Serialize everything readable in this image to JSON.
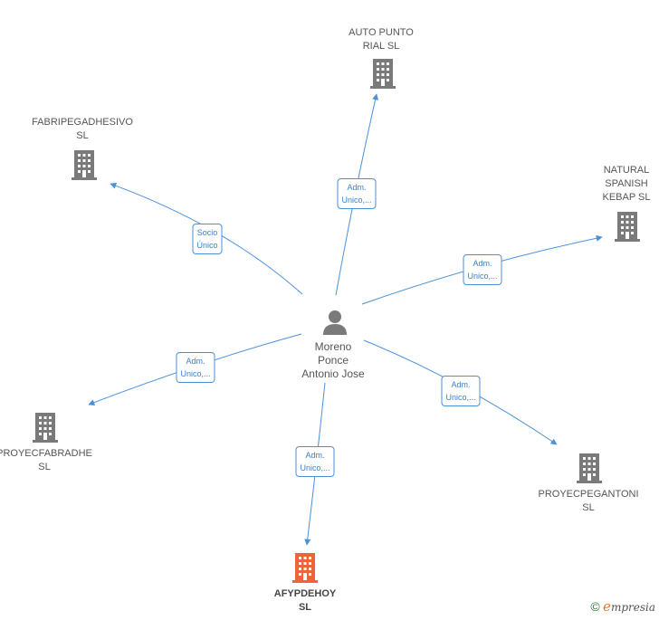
{
  "colors": {
    "edge": "#4a90d9",
    "building": "#7a7a7a",
    "building_highlight": "#f0643a",
    "person": "#7a7a7a"
  },
  "center": {
    "icon": "person-icon",
    "line1": "Moreno",
    "line2": "Ponce",
    "line3": "Antonio Jose"
  },
  "companies": [
    {
      "id": "auto-punto-rial",
      "line1": "AUTO PUNTO",
      "line2": "RIAL  SL",
      "line3": "",
      "highlight": false,
      "icon": "building-icon"
    },
    {
      "id": "fabripegadhesivo",
      "line1": "FABRIPEGADHESIVO",
      "line2": "SL",
      "line3": "",
      "highlight": false,
      "icon": "building-icon"
    },
    {
      "id": "natural-spanish-kebap",
      "line1": "NATURAL",
      "line2": "SPANISH",
      "line3": "KEBAP  SL",
      "highlight": false,
      "icon": "building-icon"
    },
    {
      "id": "proyecfabradhe",
      "line1": "PROYECFABRADHE",
      "line2": "SL",
      "line3": "",
      "highlight": false,
      "icon": "building-icon"
    },
    {
      "id": "proyecpegantoni",
      "line1": "PROYECPEGANTONI",
      "line2": "SL",
      "line3": "",
      "highlight": false,
      "icon": "building-icon"
    },
    {
      "id": "afypdehoy",
      "line1": "AFYPDEHOY",
      "line2": "SL",
      "line3": "",
      "highlight": true,
      "icon": "building-icon"
    }
  ],
  "edges": [
    {
      "to": "auto-punto-rial",
      "line1": "Adm.",
      "line2": "Unico,..."
    },
    {
      "to": "fabripegadhesivo",
      "line1": "Socio",
      "line2": "Único"
    },
    {
      "to": "natural-spanish-kebap",
      "line1": "Adm.",
      "line2": "Unico,..."
    },
    {
      "to": "proyecfabradhe",
      "line1": "Adm.",
      "line2": "Unico,..."
    },
    {
      "to": "proyecpegantoni",
      "line1": "Adm.",
      "line2": "Unico,..."
    },
    {
      "to": "afypdehoy",
      "line1": "Adm.",
      "line2": "Unico,..."
    }
  ],
  "footer": {
    "copyright": "©",
    "brand_first": "e",
    "brand_rest": "mpresia"
  }
}
